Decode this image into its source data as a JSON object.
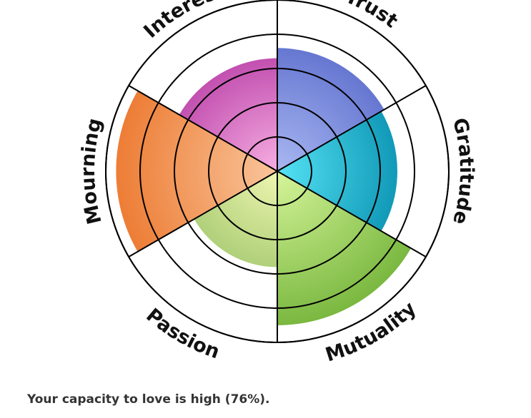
{
  "chart_data": {
    "type": "polar-area",
    "categories": [
      "Trust",
      "Gratitude",
      "Mutuality",
      "Passion",
      "Mourning",
      "Interest"
    ],
    "values": [
      3.6,
      3.5,
      4.5,
      2.8,
      4.7,
      3.3
    ],
    "max_value": 5,
    "rings": 5,
    "colors": {
      "Trust": [
        "#a9b8f2",
        "#6677d1"
      ],
      "Gratitude": [
        "#55e2f4",
        "#119ab8"
      ],
      "Mutuality": [
        "#d6f59a",
        "#7ab840"
      ],
      "Passion": [
        "#eef6b0",
        "#b0d07a"
      ],
      "Mourning": [
        "#f9c59b",
        "#ed7d36"
      ],
      "Interest": [
        "#f7aee2",
        "#c250b0"
      ]
    }
  },
  "result": {
    "text": "Your capacity to love is high (76%)."
  }
}
